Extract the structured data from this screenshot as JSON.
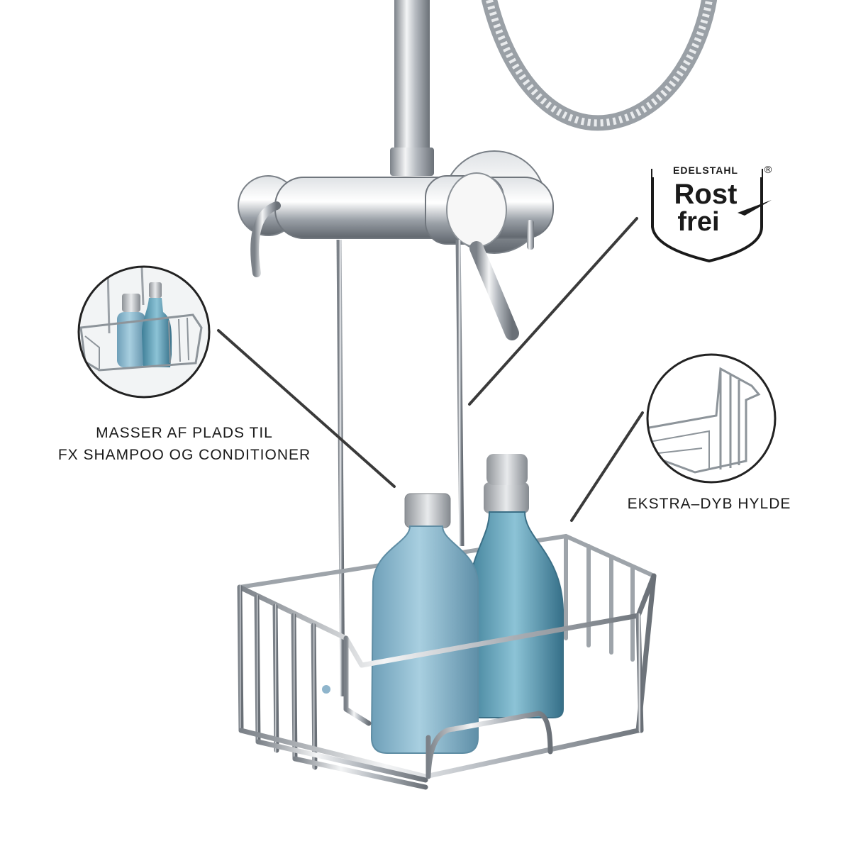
{
  "captions": {
    "left_line1": "MASSER AF PLADS TIL",
    "left_line2": "FX SHAMPOO OG CONDITIONER",
    "right": "EKSTRA–DYB HYLDE"
  },
  "badge": {
    "top": "EDELSTAHL",
    "registered": "®",
    "word1": "Rost",
    "word2": "frei",
    "icon": "stainless-steel-shield-icon"
  },
  "colors": {
    "chrome": "#c9ccd0",
    "chrome_dark": "#6f757c",
    "bottle_blue": "#8fbcd0",
    "bottle_blue_dark": "#5d93ad",
    "cap_silver": "#b9bcc0",
    "text": "#1a1a1a",
    "leader_line": "#3a3a3a"
  }
}
